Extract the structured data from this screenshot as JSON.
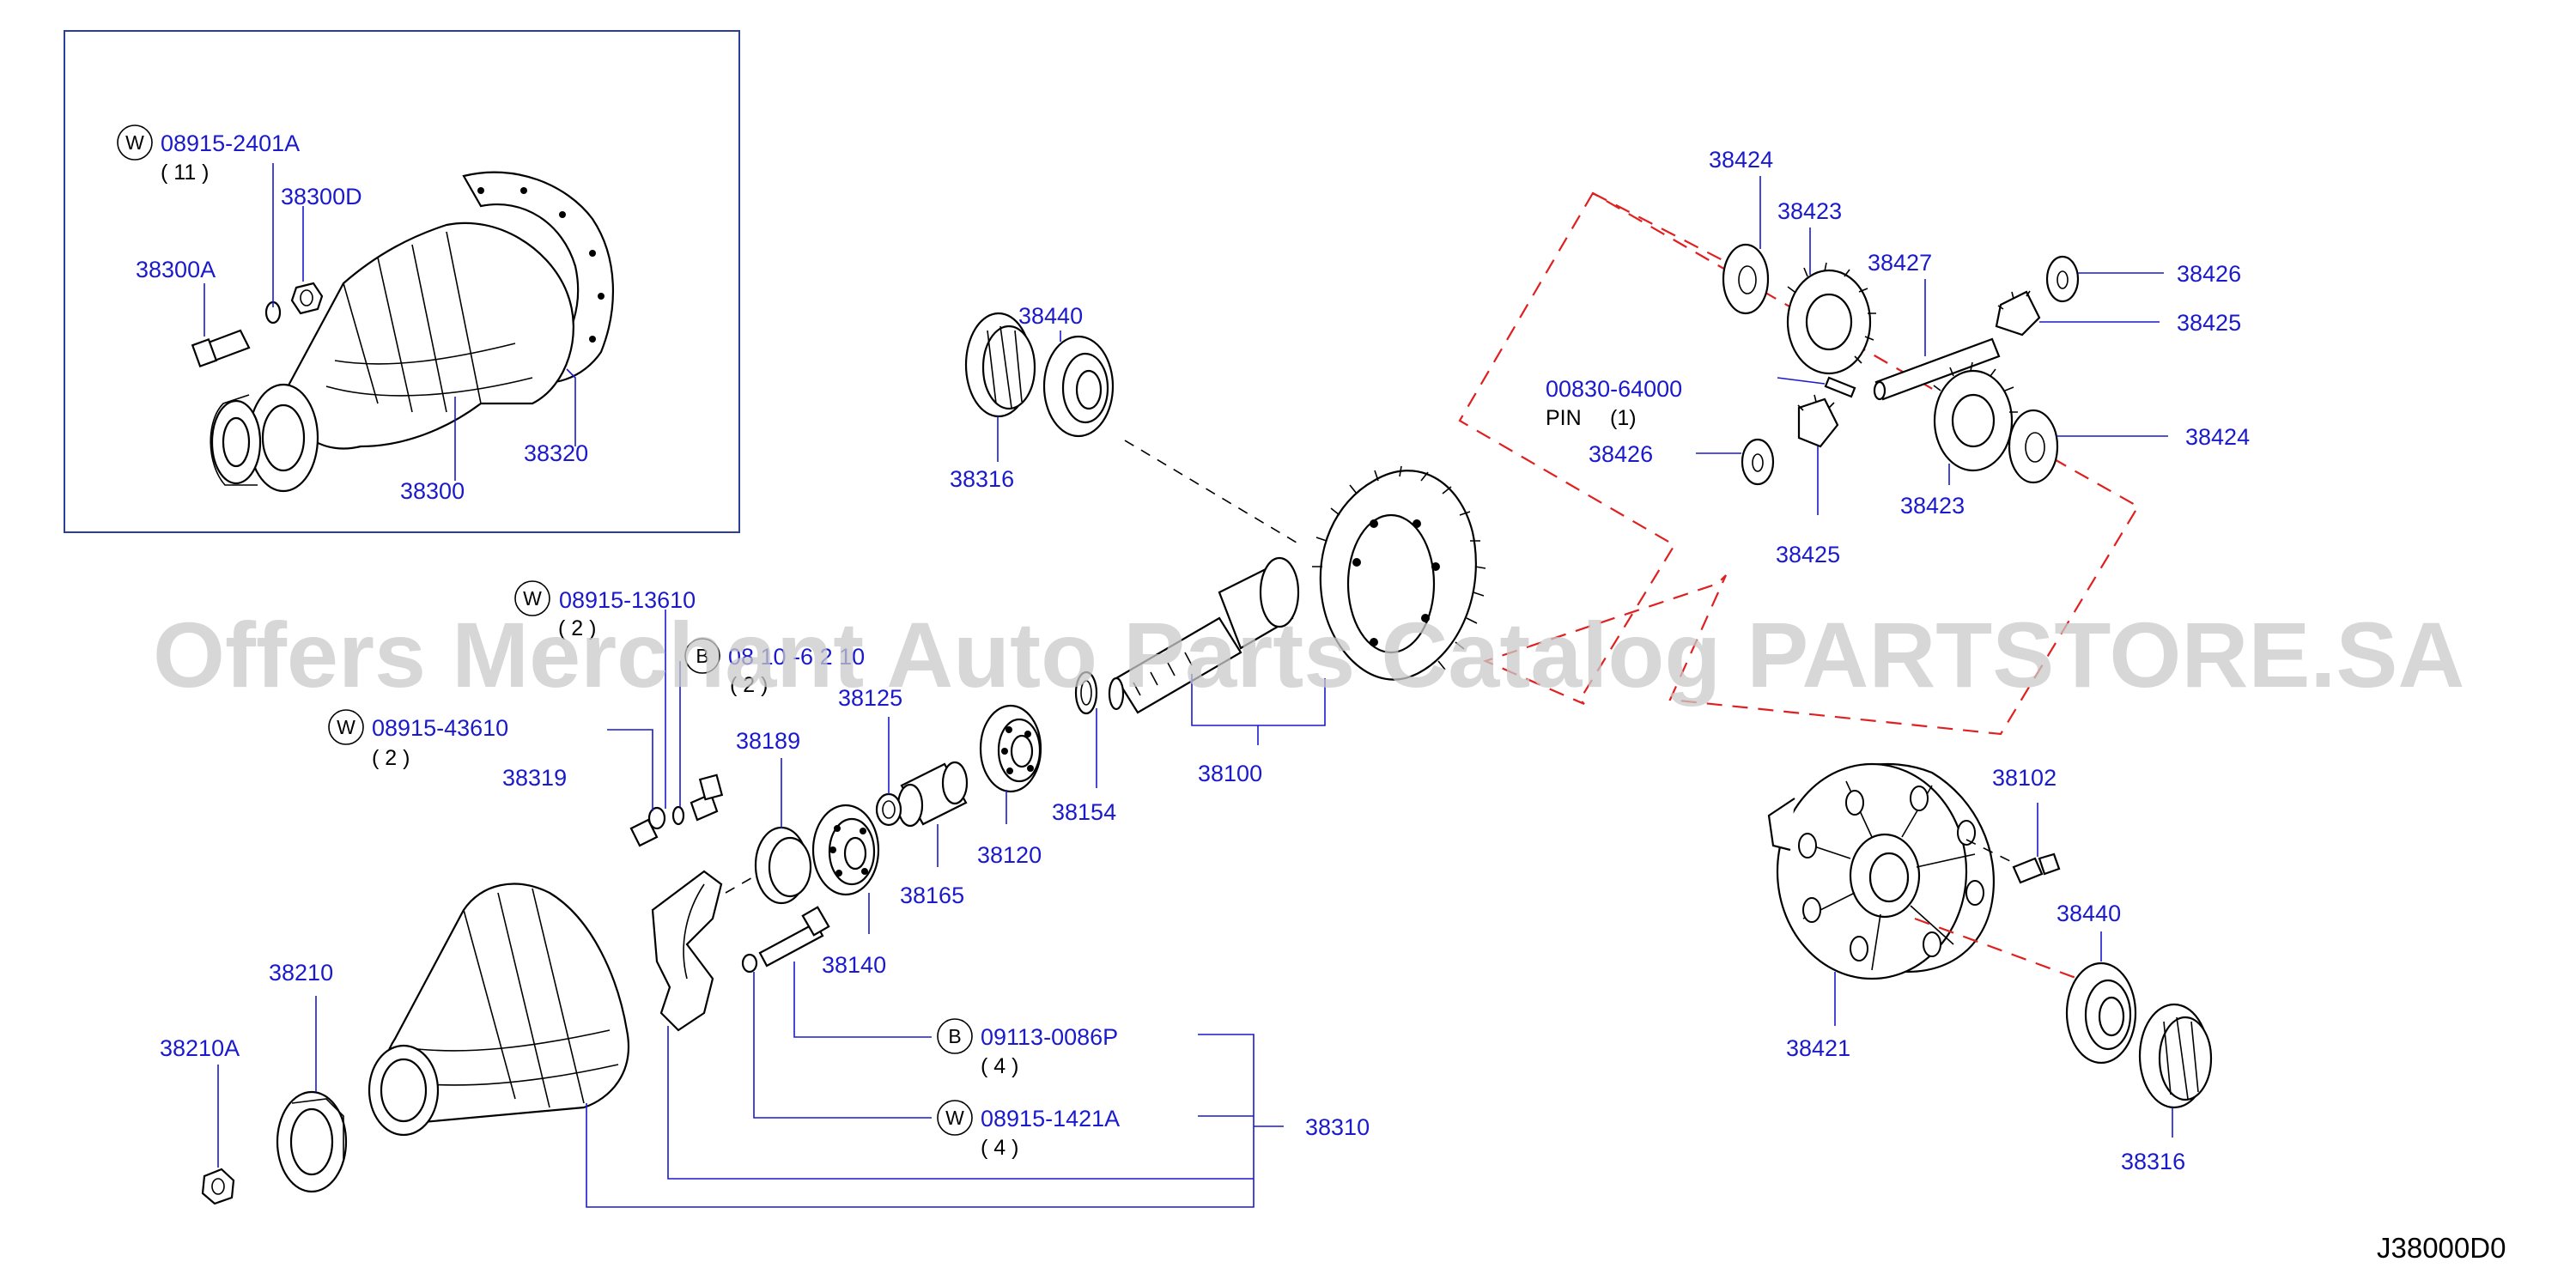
{
  "watermark": "Offers Merchant Auto Parts Catalog PARTSTORE.SA",
  "diagram_code": "J38000D0",
  "labels": {
    "p38300A": "38300A",
    "p08915_2401A": "08915-2401A",
    "p08915_2401A_qty": "( 11 )",
    "p38300D": "38300D",
    "p38320": "38320",
    "p38300": "38300",
    "p38316_top": "38316",
    "p38440_top": "38440",
    "p08915_13610": "08915-13610",
    "p08915_13610_qty": "( 2 )",
    "p08_obscured": "08 10 -6 2 10",
    "p08_obscured_qty": "( 2 )",
    "p08915_43610": "08915-43610",
    "p08915_43610_qty": "( 2 )",
    "p38319": "38319",
    "p38189": "38189",
    "p38125": "38125",
    "p38154": "38154",
    "p38100": "38100",
    "p38120": "38120",
    "p38165": "38165",
    "p38140": "38140",
    "p38210": "38210",
    "p38210A": "38210A",
    "p09113_0086P": "09113-0086P",
    "p09113_0086P_qty": "( 4 )",
    "p08915_1421A": "08915-1421A",
    "p08915_1421A_qty": "( 4 )",
    "p38310": "38310",
    "p38424_top": "38424",
    "p38423_top": "38423",
    "p38427": "38427",
    "p38426_right": "38426",
    "p38425_right": "38425",
    "p00830_64000": "00830-64000",
    "pin": "PIN",
    "pin_qty": "(1)",
    "p38426_left": "38426",
    "p38424_right": "38424",
    "p38423_bottom": "38423",
    "p38425_bottom": "38425",
    "p38102": "38102",
    "p38440_right": "38440",
    "p38421": "38421",
    "p38316_bottom": "38316"
  },
  "symbols": {
    "w": "W",
    "b": "B"
  },
  "colors": {
    "part_number": "#1a1acc",
    "kit_boundary": "#e02020",
    "watermark": "#c9c9c9"
  }
}
